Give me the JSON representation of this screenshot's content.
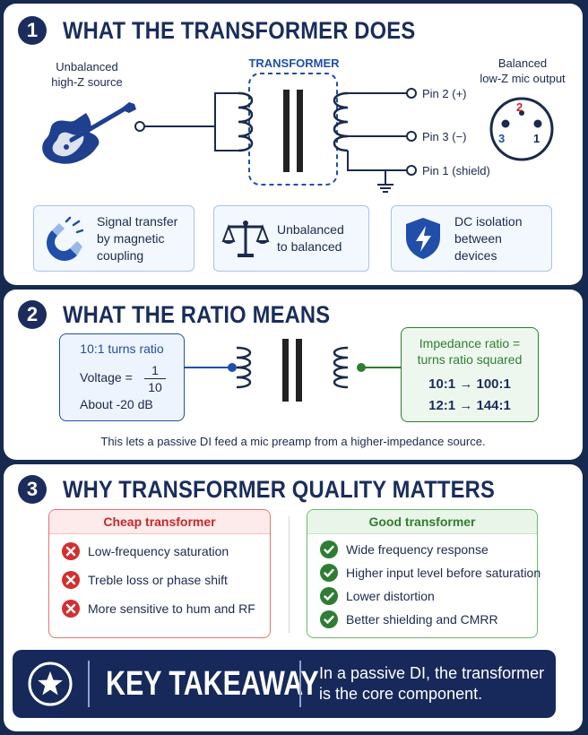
{
  "section1": {
    "number": "1",
    "title": "WHAT THE TRANSFORMER DOES",
    "source_label_line1": "Unbalanced",
    "source_label_line2": "high-Z source",
    "transformer_label": "TRANSFORMER",
    "output_label_line1": "Balanced",
    "output_label_line2": "low-Z mic output",
    "pins": [
      "Pin 2 (+)",
      "Pin 3 (−)",
      "Pin 1 (shield)"
    ],
    "xlr_pins": [
      "2",
      "3",
      "1"
    ],
    "features": [
      {
        "icon": "magnet-icon",
        "lines": [
          "Signal transfer",
          "by magnetic",
          "coupling"
        ]
      },
      {
        "icon": "balance-scale-icon",
        "lines": [
          "Unbalanced",
          "to balanced"
        ]
      },
      {
        "icon": "shield-bolt-icon",
        "lines": [
          "DC isolation",
          "between",
          "devices"
        ]
      }
    ]
  },
  "section2": {
    "number": "2",
    "title": "WHAT THE RATIO MEANS",
    "turns_ratio": "10:1 turns ratio",
    "voltage_label": "Voltage =",
    "voltage_num": "1",
    "voltage_den": "10",
    "db_note": "About -20 dB",
    "impedance_title_line1": "Impedance ratio =",
    "impedance_title_line2": "turns ratio squared",
    "impedance_examples": [
      "10:1 → 100:1",
      "12:1 → 144:1"
    ],
    "caption": "This lets a passive DI feed a mic preamp from a higher-impedance source."
  },
  "section3": {
    "number": "3",
    "title": "WHY TRANSFORMER QUALITY MATTERS",
    "cheap": {
      "heading": "Cheap transformer",
      "items": [
        "Low-frequency saturation",
        "Treble loss or phase shift",
        "More sensitive to hum and RF"
      ]
    },
    "good": {
      "heading": "Good transformer",
      "items": [
        "Wide frequency response",
        "Higher input level before saturation",
        "Lower distortion",
        "Better shielding and CMRR"
      ]
    },
    "takeaway": {
      "icon": "star-icon",
      "heading": "KEY TAKEAWAY",
      "line1": "In a passive DI, the transformer",
      "line2": "is the core component."
    }
  },
  "colors": {
    "navy": "#1a2d5c",
    "accent_blue": "#1f4fa8",
    "green": "#2e7d32",
    "red": "#c62828",
    "background": "#16294f"
  }
}
